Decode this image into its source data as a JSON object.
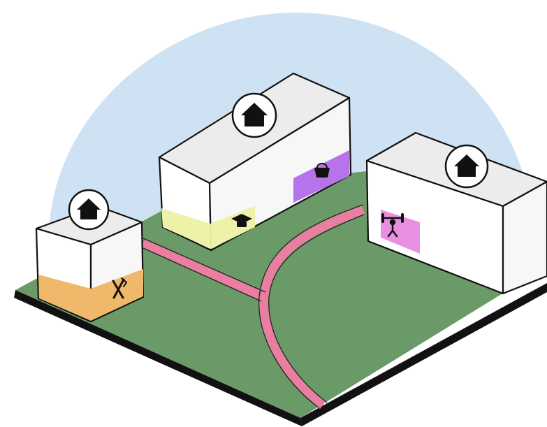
{
  "colors": {
    "sky": "#cfe2f3",
    "ground": "#6b9a69",
    "ground_edge": "#111111",
    "path": "#e97fa0",
    "roof": "#ececec",
    "wall_light": "#ffffff",
    "wall_shade": "#f7f7f7",
    "restaurant": "#f0b86a",
    "education": "#eef2a8",
    "shop": "#b673ea",
    "gym": "#e98fe2"
  },
  "buildings": [
    {
      "id": "small-left",
      "icon": "home-icon",
      "amenity": "restaurant",
      "amenity_icon": "fork-knife-icon"
    },
    {
      "id": "middle-long",
      "icon": "home-icon",
      "amenity": "education",
      "amenity_icon": "graduation-cap-icon",
      "amenity_2": "shop",
      "amenity_icon_2": "shopping-basket-icon"
    },
    {
      "id": "right",
      "icon": "home-icon",
      "amenity": "gym",
      "amenity_icon": "weightlifter-icon"
    }
  ]
}
